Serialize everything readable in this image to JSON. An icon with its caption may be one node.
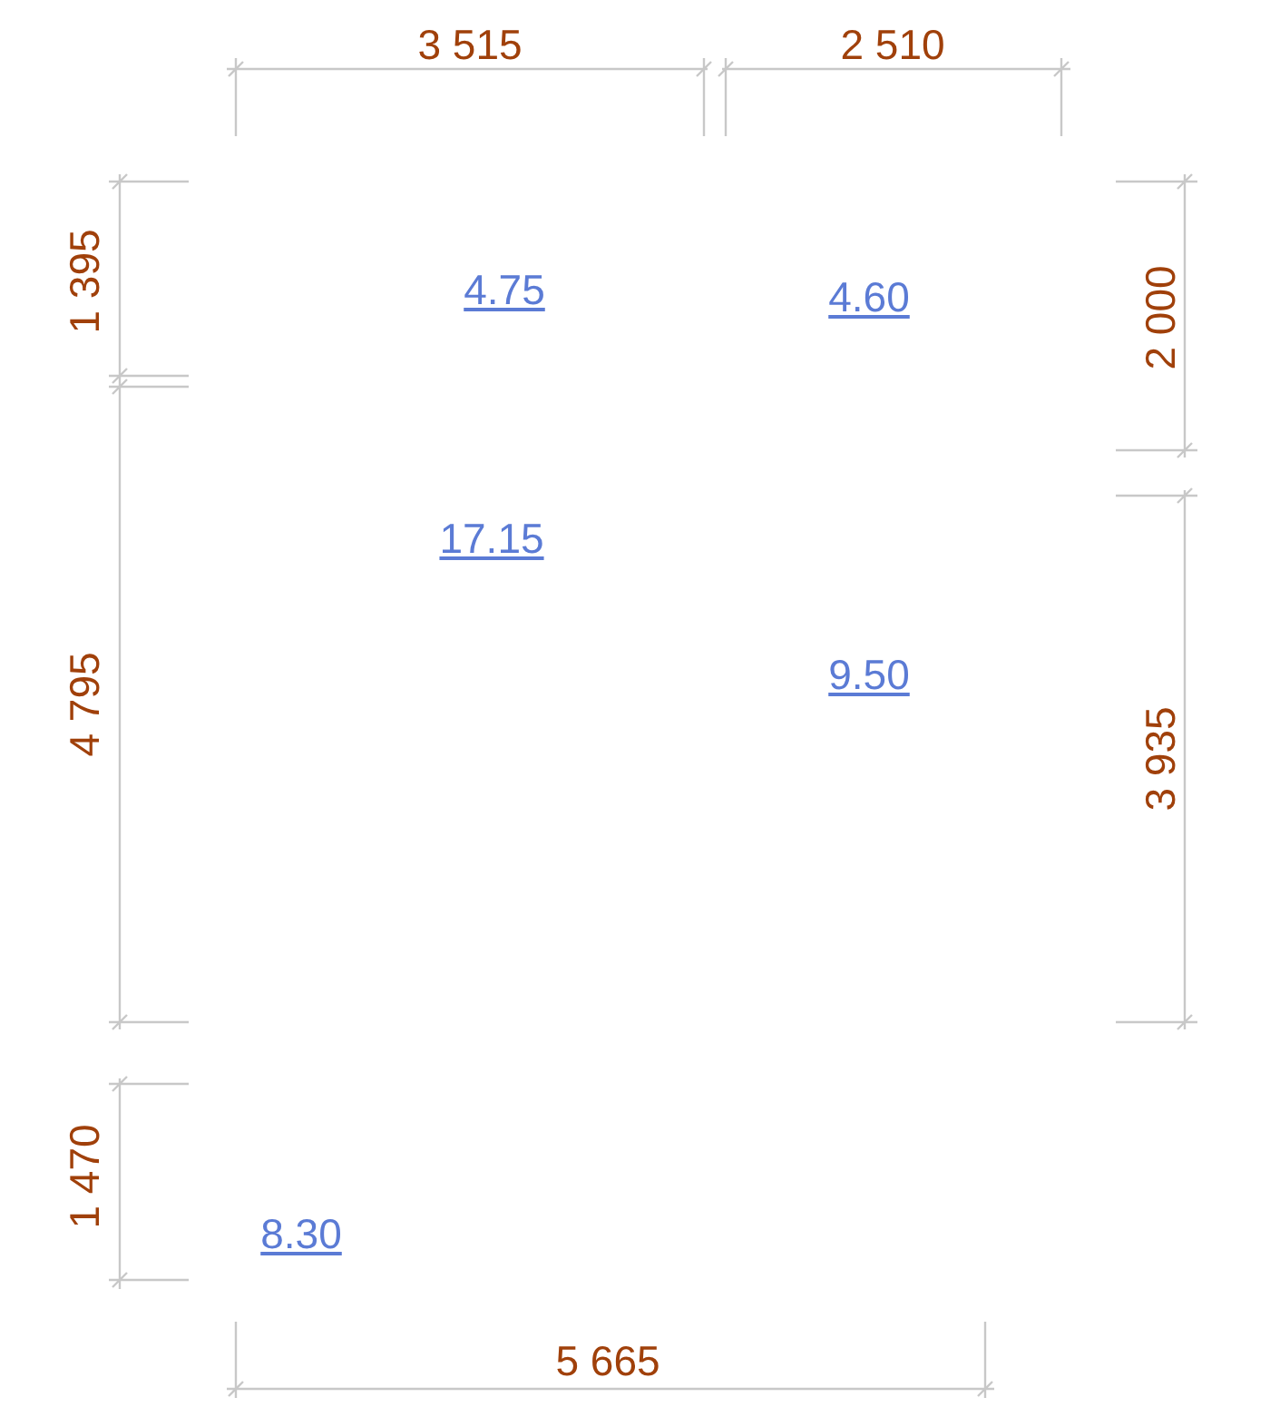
{
  "diagram": {
    "labels": [
      "3 515",
      "2 510",
      "1 395",
      "4.75",
      "4.60",
      "2 000",
      "17.15",
      "4 795",
      "9.50",
      "3 935",
      "1 470",
      "8.30",
      "5 665"
    ]
  }
}
